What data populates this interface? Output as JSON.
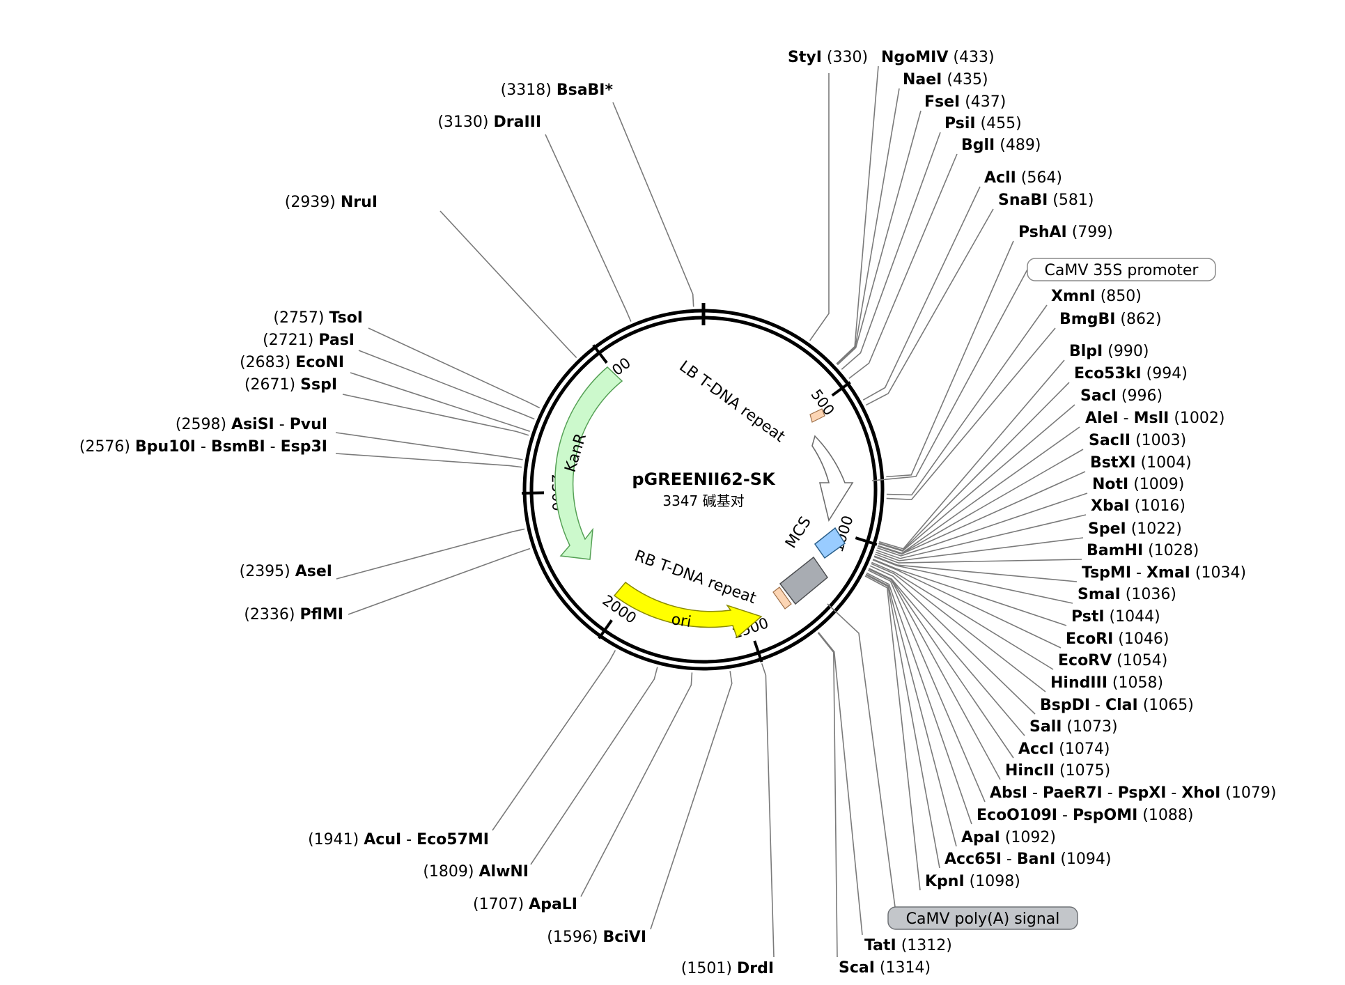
{
  "plasmid": {
    "name": "pGREENII62-SK",
    "size_text": "3347 碱基对",
    "length_bp": 3347
  },
  "ticks": [
    "500",
    "1000",
    "1500",
    "2000",
    "2500",
    "3000"
  ],
  "features": {
    "kanr": "KanR",
    "ori": "ori",
    "lb": "LB T-DNA repeat",
    "rb": "RB T-DNA repeat",
    "mcs": "MCS",
    "camv35s": "CaMV 35S promoter",
    "camvpolya": "CaMV poly(A) signal"
  },
  "colors": {
    "kanr": "#ccf9cc",
    "ori": "#ffff00",
    "mcs": "#99ccff",
    "polya": "#a8acb2",
    "lb_rb": "#fcd5b4"
  },
  "sites_right": [
    {
      "name": "StyI",
      "pos": "(330)"
    },
    {
      "name": "NgoMIV",
      "pos": "(433)"
    },
    {
      "name": "NaeI",
      "pos": "(435)"
    },
    {
      "name": "FseI",
      "pos": "(437)"
    },
    {
      "name": "PsiI",
      "pos": "(455)"
    },
    {
      "name": "BglI",
      "pos": "(489)"
    },
    {
      "name": "AclI",
      "pos": "(564)"
    },
    {
      "name": "SnaBI",
      "pos": "(581)"
    },
    {
      "name": "PshAI",
      "pos": "(799)"
    },
    {
      "name": "XmnI",
      "pos": "(850)"
    },
    {
      "name": "BmgBI",
      "pos": "(862)"
    },
    {
      "name": "BlpI",
      "pos": "(990)"
    },
    {
      "name": "Eco53kI",
      "pos": "(994)"
    },
    {
      "name": "SacI",
      "pos": "(996)"
    },
    {
      "name": "AleI - MslI",
      "pos": "(1002)"
    },
    {
      "name": "SacII",
      "pos": "(1003)"
    },
    {
      "name": "BstXI",
      "pos": "(1004)"
    },
    {
      "name": "NotI",
      "pos": "(1009)"
    },
    {
      "name": "XbaI",
      "pos": "(1016)"
    },
    {
      "name": "SpeI",
      "pos": "(1022)"
    },
    {
      "name": "BamHI",
      "pos": "(1028)"
    },
    {
      "name": "TspMI - XmaI",
      "pos": "(1034)"
    },
    {
      "name": "SmaI",
      "pos": "(1036)"
    },
    {
      "name": "PstI",
      "pos": "(1044)"
    },
    {
      "name": "EcoRI",
      "pos": "(1046)"
    },
    {
      "name": "EcoRV",
      "pos": "(1054)"
    },
    {
      "name": "HindIII",
      "pos": "(1058)"
    },
    {
      "name": "BspDI - ClaI",
      "pos": "(1065)"
    },
    {
      "name": "SalI",
      "pos": "(1073)"
    },
    {
      "name": "AccI",
      "pos": "(1074)"
    },
    {
      "name": "HincII",
      "pos": "(1075)"
    },
    {
      "name": "AbsI - PaeR7I - PspXI - XhoI",
      "pos": "(1079)"
    },
    {
      "name": "EcoO109I - PspOMI",
      "pos": "(1088)"
    },
    {
      "name": "ApaI",
      "pos": "(1092)"
    },
    {
      "name": "Acc65I - BanI",
      "pos": "(1094)"
    },
    {
      "name": "KpnI",
      "pos": "(1098)"
    },
    {
      "name": "TatI",
      "pos": "(1312)"
    },
    {
      "name": "ScaI",
      "pos": "(1314)"
    }
  ],
  "sites_left": [
    {
      "name": "BsaBI*",
      "pos": "(3318)"
    },
    {
      "name": "DraIII",
      "pos": "(3130)"
    },
    {
      "name": "NruI",
      "pos": "(2939)"
    },
    {
      "name": "TsoI",
      "pos": "(2757)"
    },
    {
      "name": "PasI",
      "pos": "(2721)"
    },
    {
      "name": "EcoNI",
      "pos": "(2683)"
    },
    {
      "name": "SspI",
      "pos": "(2671)"
    },
    {
      "name": "AsiSI - PvuI",
      "pos": "(2598)"
    },
    {
      "name": "Bpu10I - BsmBI - Esp3I",
      "pos": "(2576)"
    },
    {
      "name": "AseI",
      "pos": "(2395)"
    },
    {
      "name": "PflMI",
      "pos": "(2336)"
    },
    {
      "name": "AcuI - Eco57MI",
      "pos": "(1941)"
    },
    {
      "name": "AlwNI",
      "pos": "(1809)"
    },
    {
      "name": "ApaLI",
      "pos": "(1707)"
    },
    {
      "name": "BciVI",
      "pos": "(1596)"
    },
    {
      "name": "DrdI",
      "pos": "(1501)"
    }
  ]
}
